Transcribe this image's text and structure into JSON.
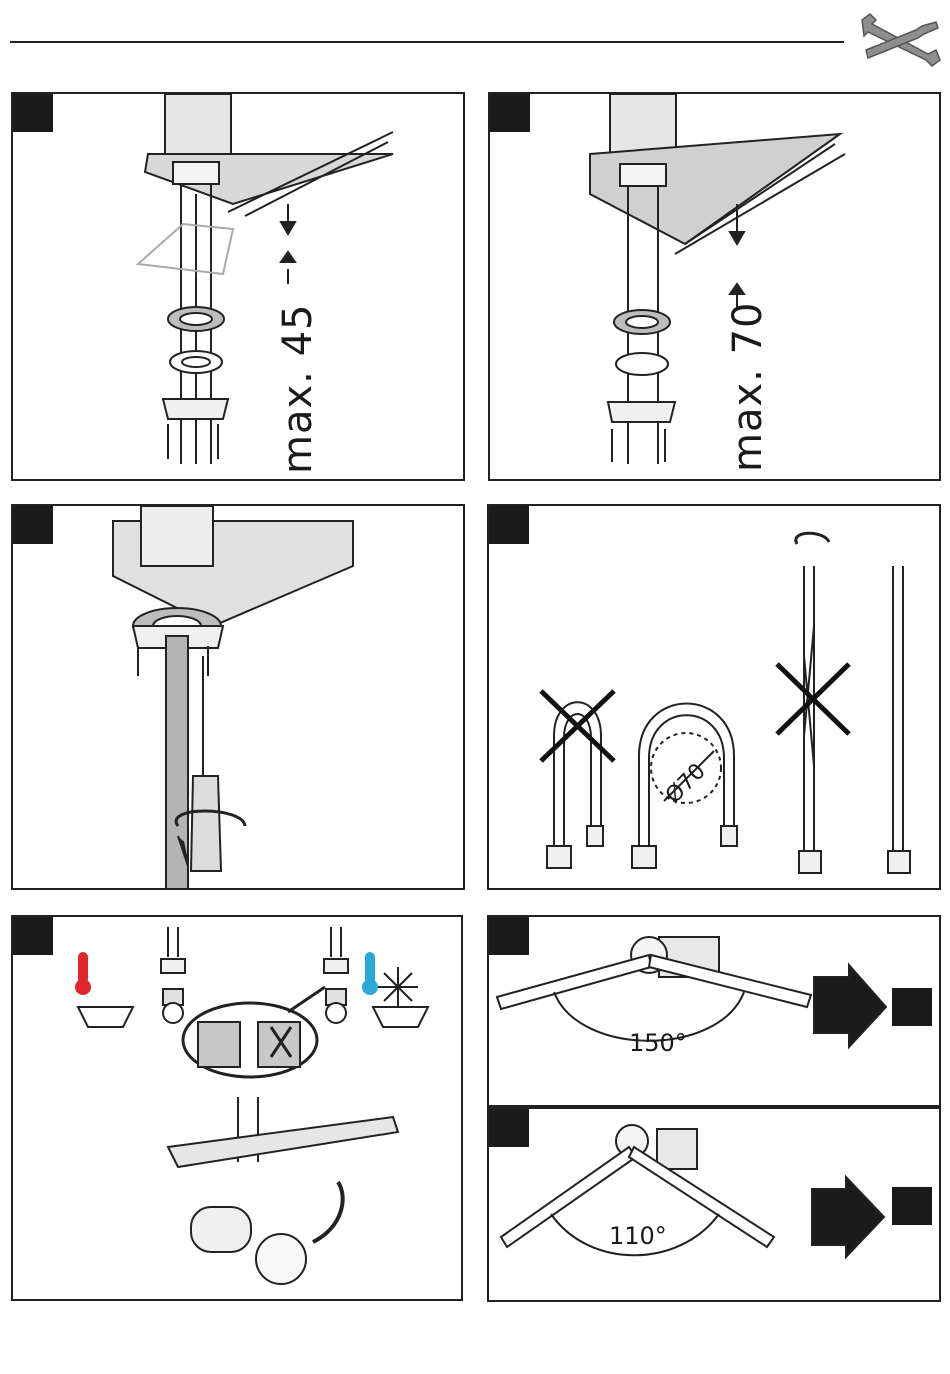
{
  "panels": {
    "p1": {
      "dimension_label": "max. 45"
    },
    "p2": {
      "dimension_label": "max. 70"
    },
    "p4": {
      "diameter_label": "Ø70"
    },
    "p6": {
      "angle_label": "150°"
    },
    "p7": {
      "angle_label": "110°"
    }
  },
  "icons": [
    "wrench-screwdriver-icon",
    "thermometer-hot-icon",
    "snowflake-icon",
    "cross-mark-icon",
    "rotate-arrow-icon",
    "next-arrow-icon"
  ],
  "colors": {
    "hot": "#e0262b",
    "cold": "#2aa9d8",
    "ink": "#1b1b1b",
    "gray": "#bdbdbd"
  }
}
